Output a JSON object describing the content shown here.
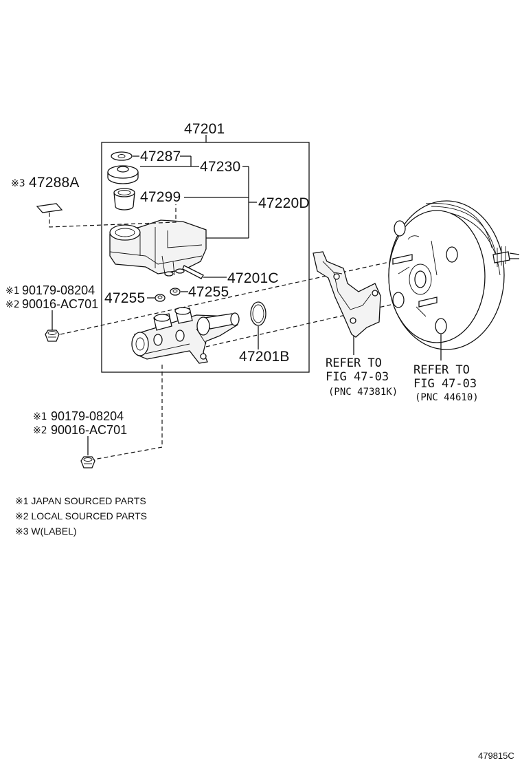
{
  "parts": {
    "p47201": "47201",
    "p47287": "47287",
    "p47230": "47230",
    "p47288a": "47288A",
    "p47299": "47299",
    "p47220d": "47220D",
    "p47201c": "47201C",
    "p47255_left": "47255",
    "p47255_right": "47255",
    "p47201b": "47201B",
    "nut_upper_1": "90179-08204",
    "nut_upper_2": "90016-AC701",
    "nut_lower_1": "90179-08204",
    "nut_lower_2": "90016-AC701"
  },
  "marks": {
    "m3": "※3",
    "m1": "※1",
    "m2": "※2"
  },
  "refs": {
    "bracket_line1": "REFER TO",
    "bracket_line2": "FIG 47-03",
    "bracket_line3": "(PNC 47381K)",
    "booster_line1": "REFER TO",
    "booster_line2": "FIG 47-03",
    "booster_line3": "(PNC 44610)"
  },
  "notes": {
    "n1": "※1 JAPAN SOURCED PARTS",
    "n2": "※2 LOCAL SOURCED PARTS",
    "n3": "※3 W(LABEL)"
  },
  "figure_code": "479815C"
}
